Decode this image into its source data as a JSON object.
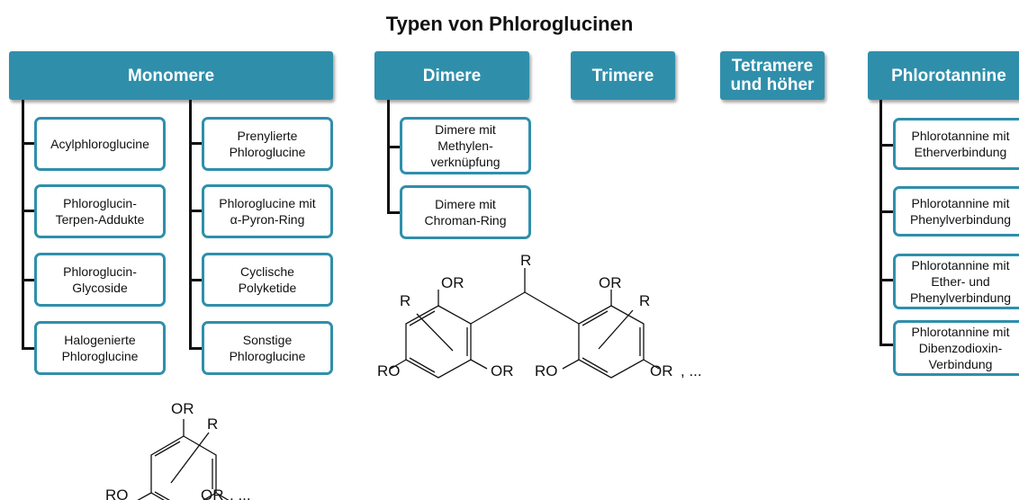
{
  "title": "Typen von Phloroglucinen",
  "categories": {
    "monomere": "Monomere",
    "dimere": "Dimere",
    "trimere": "Trimere",
    "tetramere": "Tetramere\nund höher",
    "phlorotannine": "Phlorotannine"
  },
  "monomere_left": [
    "Acylphloroglucine",
    "Phloroglucin-\nTerpen-Addukte",
    "Phloroglucin-\nGlycoside",
    "Halogenierte\nPhloroglucine"
  ],
  "monomere_right": [
    "Prenylierte\nPhloroglucine",
    "Phloroglucine mit\nα-Pyron-Ring",
    "Cyclische\nPolyketide",
    "Sonstige\nPhloroglucine"
  ],
  "dimere_items": [
    "Dimere mit\nMethylen-\nverknüpfung",
    "Dimere mit\nChroman-Ring"
  ],
  "phlorotannine_items": [
    "Phlorotannine mit\nEtherverbindung",
    "Phlorotannine mit\nPhenylverbindung",
    "Phlorotannine mit\nEther- und\nPhenylverbindung",
    "Phlorotannine mit\nDibenzodioxin-\nVerbindung"
  ],
  "structure_labels": {
    "or": "OR",
    "r": "R",
    "ro": "RO",
    "etc": ", ..."
  }
}
